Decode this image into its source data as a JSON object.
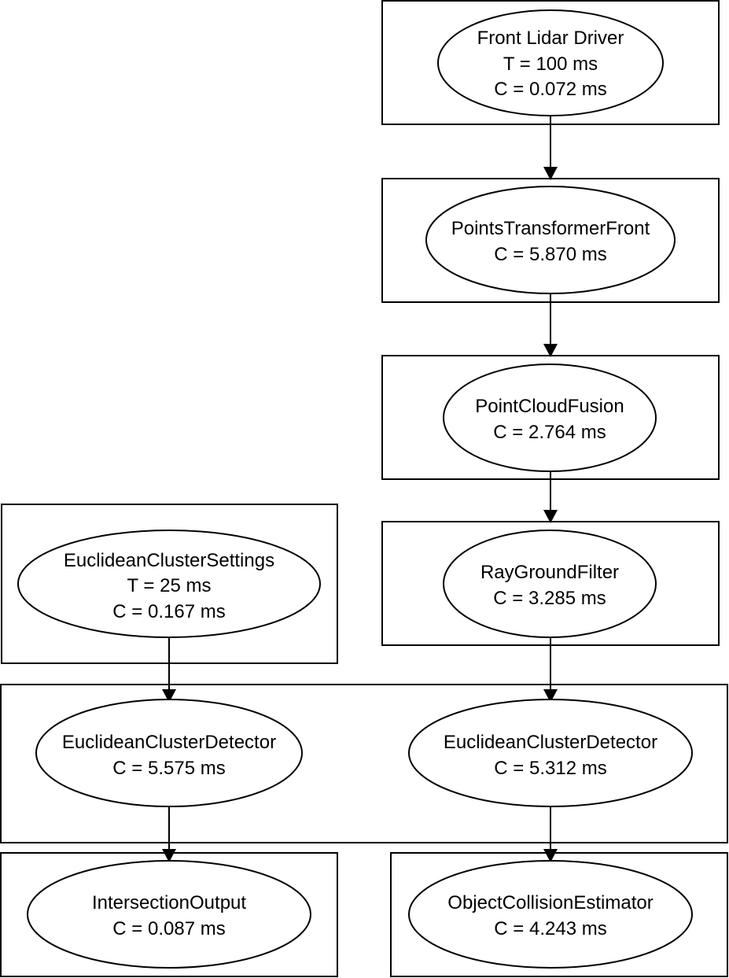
{
  "nodes": [
    {
      "id": "front-lidar-driver",
      "lines": [
        "Front Lidar Driver",
        "T = 100 ms",
        "C = 0.072 ms"
      ]
    },
    {
      "id": "points-transformer-front",
      "lines": [
        "PointsTransformerFront",
        "C = 5.870 ms"
      ]
    },
    {
      "id": "point-cloud-fusion",
      "lines": [
        "PointCloudFusion",
        "C = 2.764 ms"
      ]
    },
    {
      "id": "ray-ground-filter",
      "lines": [
        "RayGroundFilter",
        "C = 3.285 ms"
      ]
    },
    {
      "id": "euclidean-cluster-settings",
      "lines": [
        "EuclideanClusterSettings",
        "T = 25 ms",
        "C = 0.167 ms"
      ]
    },
    {
      "id": "euclidean-cluster-detector-left",
      "lines": [
        "EuclideanClusterDetector",
        "C = 5.575 ms"
      ]
    },
    {
      "id": "euclidean-cluster-detector-right",
      "lines": [
        "EuclideanClusterDetector",
        "C = 5.312 ms"
      ]
    },
    {
      "id": "intersection-output",
      "lines": [
        "IntersectionOutput",
        "C = 0.087 ms"
      ]
    },
    {
      "id": "object-collision-estimator",
      "lines": [
        "ObjectCollisionEstimator",
        "C = 4.243 ms"
      ]
    }
  ],
  "edges": [
    {
      "from": "front-lidar-driver",
      "to": "points-transformer-front"
    },
    {
      "from": "points-transformer-front",
      "to": "point-cloud-fusion"
    },
    {
      "from": "point-cloud-fusion",
      "to": "ray-ground-filter"
    },
    {
      "from": "ray-ground-filter",
      "to": "euclidean-cluster-detector-right"
    },
    {
      "from": "euclidean-cluster-settings",
      "to": "euclidean-cluster-detector-left"
    },
    {
      "from": "euclidean-cluster-detector-left",
      "to": "intersection-output"
    },
    {
      "from": "euclidean-cluster-detector-right",
      "to": "object-collision-estimator"
    }
  ]
}
